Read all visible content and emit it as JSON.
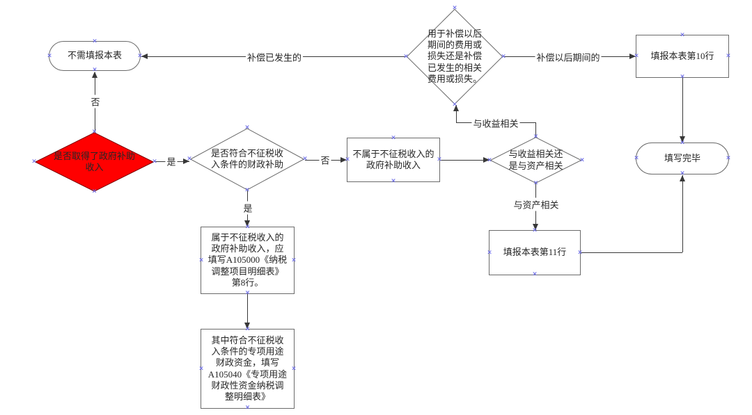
{
  "colors": {
    "line": "#383838",
    "shape_border": "#6a6a6a",
    "red_fill": "#ff0000",
    "red_border": "#7a0000",
    "handle": "#6e6ee8",
    "text": "#262626",
    "bg": "#ffffff"
  },
  "nodes": {
    "start": {
      "label": "不需填报本表"
    },
    "q_got_subsidy": {
      "label": "是否取得了政府补助收入"
    },
    "q_nontax_condition": {
      "label": "是否符合不征税收入条件的财政补助"
    },
    "not_nontax": {
      "label": "不属于不征税收入的政府补助收入"
    },
    "q_income_or_asset": {
      "label": "与收益相关还是与资产相关"
    },
    "q_compensation": {
      "label": "用于补偿以后期间的费用或损失还是补偿已发生的相关费用或损失。"
    },
    "row10": {
      "label": "填报本表第10行"
    },
    "finish": {
      "label": "填写完毕"
    },
    "row11": {
      "label": "填报本表第11行"
    },
    "a105000": {
      "label": "属于不征税收入的政府补助收入，应填写A105000《纳税调整项目明细表》第8行。"
    },
    "a105040": {
      "label": "其中符合不征税收入条件的专项用途财政资金，填写A105040《专项用途财政性资金纳税调整明细表》"
    }
  },
  "edges": {
    "no_to_start": {
      "label": "否"
    },
    "yes_to_nontax_q": {
      "label": "是"
    },
    "no_to_not_nontax": {
      "label": "否"
    },
    "yes_to_a105000": {
      "label": "是"
    },
    "compensation_occurred": {
      "label": "补偿已发生的"
    },
    "compensation_future": {
      "label": "补偿以后期间的"
    },
    "income_related": {
      "label": "与收益相关"
    },
    "asset_related": {
      "label": "与资产相关"
    }
  }
}
